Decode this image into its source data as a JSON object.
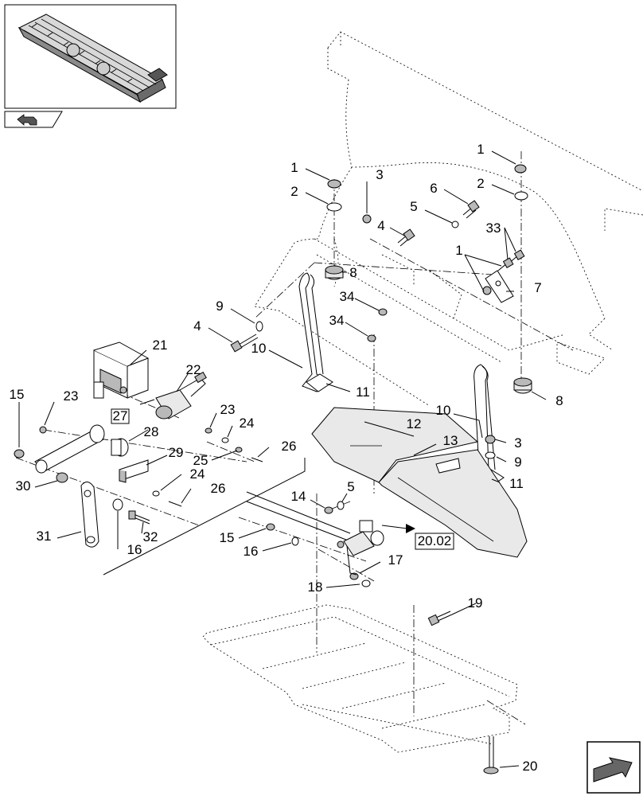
{
  "diagram": {
    "callouts": [
      {
        "id": "c1a",
        "label": "1"
      },
      {
        "id": "c2a",
        "label": "2"
      },
      {
        "id": "c3a",
        "label": "3"
      },
      {
        "id": "c1b",
        "label": "1"
      },
      {
        "id": "c2b",
        "label": "2"
      },
      {
        "id": "c6",
        "label": "6"
      },
      {
        "id": "c5a",
        "label": "5"
      },
      {
        "id": "c4a",
        "label": "4"
      },
      {
        "id": "c33",
        "label": "33"
      },
      {
        "id": "c1c",
        "label": "1"
      },
      {
        "id": "c8a",
        "label": "8"
      },
      {
        "id": "c7",
        "label": "7"
      },
      {
        "id": "c9a",
        "label": "9"
      },
      {
        "id": "c34a",
        "label": "34"
      },
      {
        "id": "c4b",
        "label": "4"
      },
      {
        "id": "c34b",
        "label": "34"
      },
      {
        "id": "c10a",
        "label": "10"
      },
      {
        "id": "c21",
        "label": "21"
      },
      {
        "id": "c22",
        "label": "22"
      },
      {
        "id": "c11a",
        "label": "11"
      },
      {
        "id": "c8b",
        "label": "8"
      },
      {
        "id": "c15a",
        "label": "15"
      },
      {
        "id": "c23a",
        "label": "23"
      },
      {
        "id": "c10b",
        "label": "10"
      },
      {
        "id": "c12",
        "label": "12"
      },
      {
        "id": "c23b",
        "label": "23"
      },
      {
        "id": "c28",
        "label": "28"
      },
      {
        "id": "c24a",
        "label": "24"
      },
      {
        "id": "c13",
        "label": "13"
      },
      {
        "id": "c3b",
        "label": "3"
      },
      {
        "id": "c26a",
        "label": "26"
      },
      {
        "id": "c29",
        "label": "29"
      },
      {
        "id": "c25",
        "label": "25"
      },
      {
        "id": "c9b",
        "label": "9"
      },
      {
        "id": "c30",
        "label": "30"
      },
      {
        "id": "c24b",
        "label": "24"
      },
      {
        "id": "c11b",
        "label": "11"
      },
      {
        "id": "c26b",
        "label": "26"
      },
      {
        "id": "c14",
        "label": "14"
      },
      {
        "id": "c5b",
        "label": "5"
      },
      {
        "id": "c31",
        "label": "31"
      },
      {
        "id": "c32",
        "label": "32"
      },
      {
        "id": "c15b",
        "label": "15"
      },
      {
        "id": "c16a",
        "label": "16"
      },
      {
        "id": "c16b",
        "label": "16"
      },
      {
        "id": "c17",
        "label": "17"
      },
      {
        "id": "c18",
        "label": "18"
      },
      {
        "id": "c19",
        "label": "19"
      },
      {
        "id": "c20",
        "label": "20"
      }
    ],
    "ref_boxes": [
      {
        "id": "ref27",
        "label": "27"
      },
      {
        "id": "ref2002",
        "label": "20.02"
      }
    ]
  },
  "navigation": {
    "prev_icon": "back-arrow-icon",
    "next_icon": "forward-arrow-icon"
  }
}
